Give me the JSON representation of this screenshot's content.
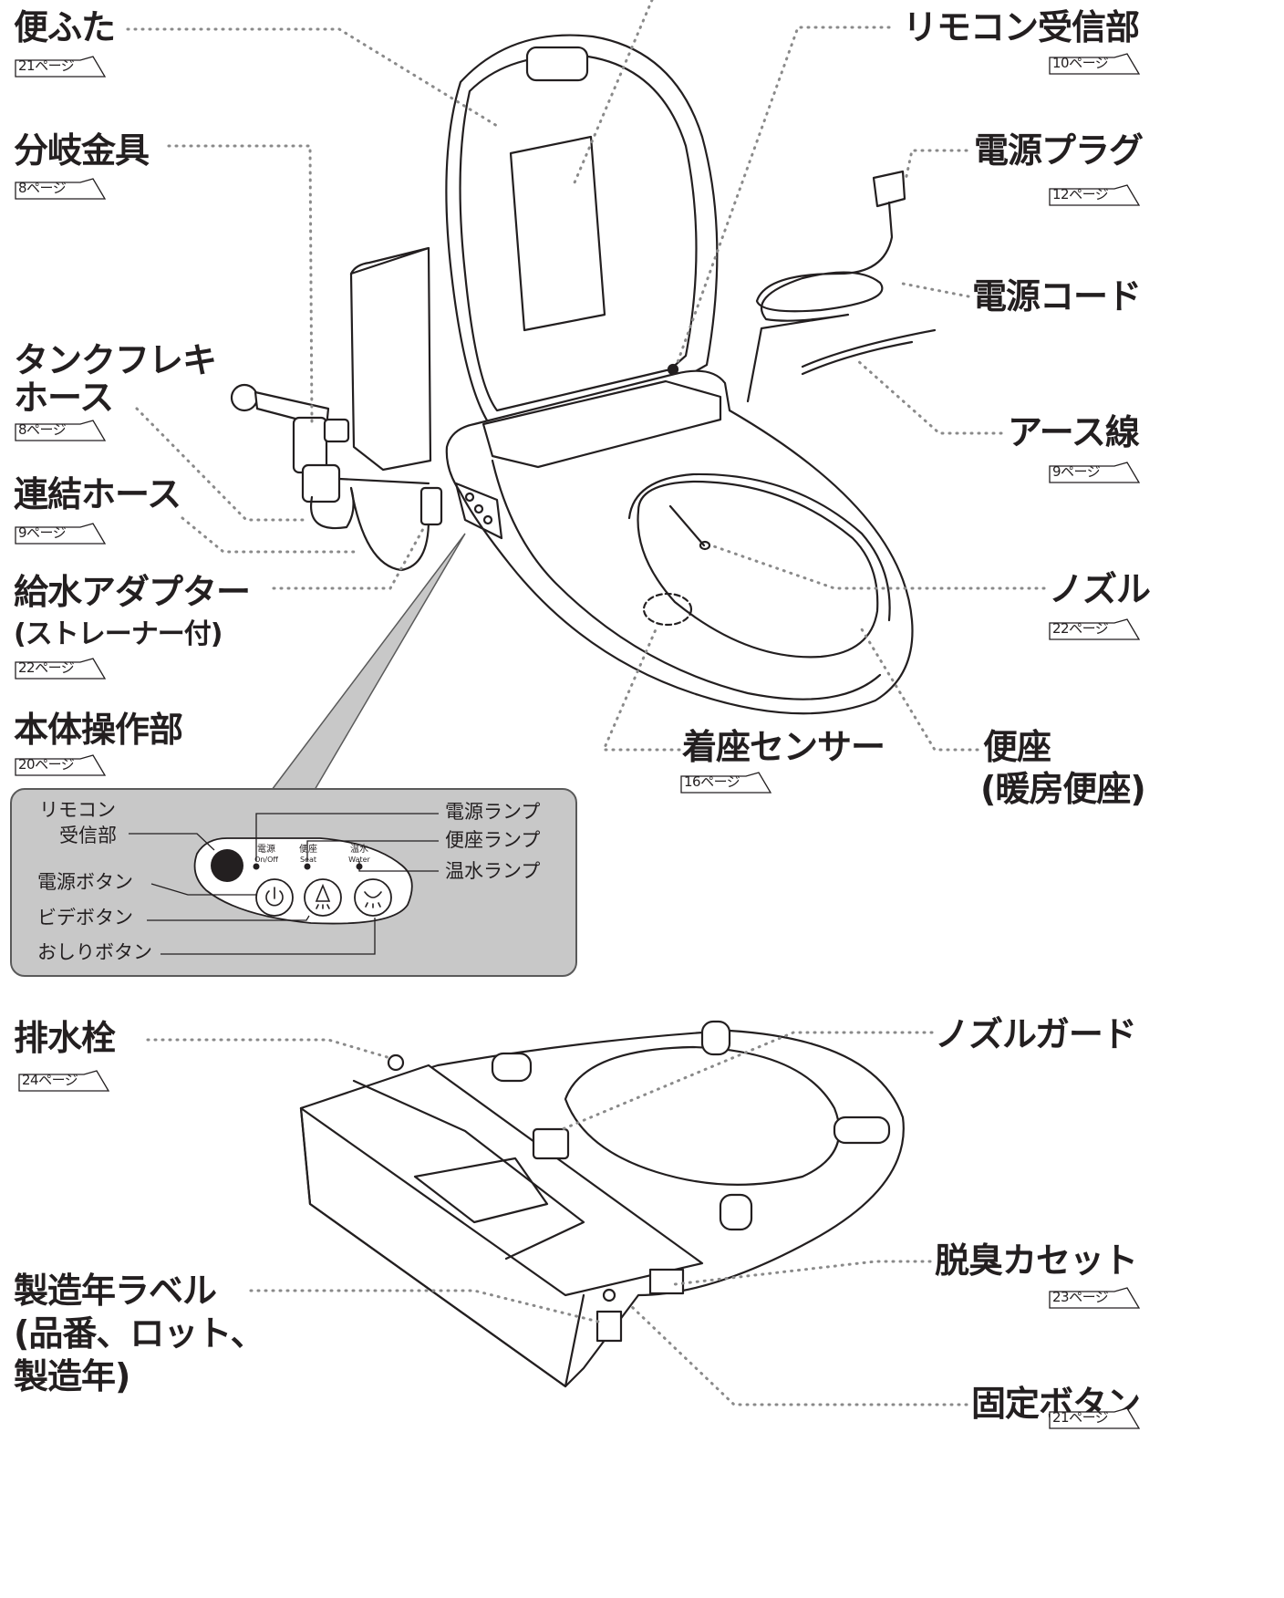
{
  "labels": {
    "lid": "便ふた",
    "branch_fitting": "分岐金具",
    "tank_flexible_hose": [
      "タンクフレキ",
      "ホース"
    ],
    "connecting_hose": "連結ホース",
    "water_supply_adapter": "給水アダプター",
    "water_supply_adapter_sub": "(ストレーナー付)",
    "body_control": "本体操作部",
    "remote_receiver": "リモコン受信部",
    "power_plug": "電源プラグ",
    "power_cord": "電源コード",
    "ground_wire": "アース線",
    "nozzle": "ノズル",
    "seat_sensor": "着座センサー",
    "seat": "便座",
    "seat_sub": "(暖房便座)",
    "drain_plug": "排水栓",
    "nozzle_guard": "ノズルガード",
    "deodorizer_cassette": "脱臭カセット",
    "manufacture_label": [
      "製造年ラベル",
      "(品番、ロット、",
      "製造年)"
    ],
    "fixing_button": "固定ボタン"
  },
  "pages": {
    "lid": "21ページ",
    "branch_fitting": "8ページ",
    "tank_flexible_hose": "8ページ",
    "connecting_hose": "9ページ",
    "water_supply_adapter": "22ページ",
    "body_control": "20ページ",
    "remote_receiver": "10ページ",
    "power_plug": "12ページ",
    "ground_wire": "9ページ",
    "nozzle": "22ページ",
    "seat_sensor": "16ページ",
    "drain_plug": "24ページ",
    "deodorizer_cassette": "23ページ",
    "fixing_button": "21ページ"
  },
  "panel": {
    "remote_receiver": [
      "リモコン",
      "受信部"
    ],
    "power_button": "電源ボタン",
    "bidet_button": "ビデボタン",
    "oshiri_button": "おしりボタン",
    "power_lamp": "電源ランプ",
    "seat_lamp": "便座ランプ",
    "water_lamp": "温水ランプ",
    "lamp_power": "電源",
    "lamp_power_en": "On/Off",
    "lamp_seat": "便座",
    "lamp_seat_en": "Seat",
    "lamp_water": "温水",
    "lamp_water_en": "Water"
  },
  "colors": {
    "ink": "#231f20",
    "panel": "#c8c8c8",
    "leader": "#8a8a8a"
  }
}
